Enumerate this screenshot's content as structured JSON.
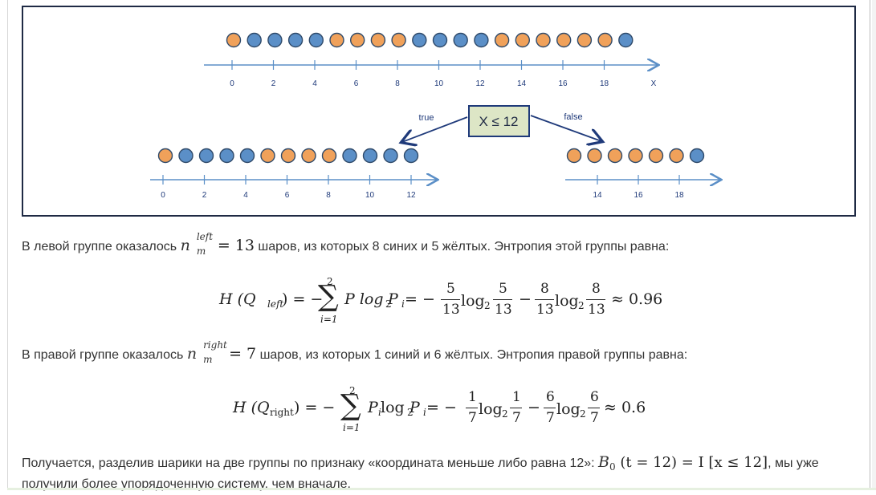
{
  "figure": {
    "top_axis": {
      "ticks": [
        "0",
        "2",
        "4",
        "6",
        "8",
        "10",
        "12",
        "14",
        "16",
        "18"
      ],
      "axis_label": "X"
    },
    "left_axis": {
      "ticks": [
        "0",
        "2",
        "4",
        "6",
        "8",
        "10",
        "12"
      ]
    },
    "right_axis": {
      "ticks": [
        "14",
        "16",
        "18"
      ]
    },
    "decision": {
      "label": "X ≤ 12",
      "true_label": "true",
      "false_label": "false"
    },
    "top_balls": [
      "orange",
      "blue",
      "blue",
      "blue",
      "blue",
      "orange",
      "orange",
      "orange",
      "orange",
      "blue",
      "blue",
      "blue",
      "blue",
      "orange",
      "orange",
      "orange",
      "orange",
      "orange",
      "orange",
      "blue"
    ],
    "left_balls": [
      "orange",
      "blue",
      "blue",
      "blue",
      "blue",
      "orange",
      "orange",
      "orange",
      "orange",
      "blue",
      "blue",
      "blue",
      "blue"
    ],
    "right_balls": [
      "orange",
      "orange",
      "orange",
      "orange",
      "orange",
      "orange",
      "blue"
    ],
    "colors": {
      "orange": "#f0a15a",
      "blue": "#5b8fc7",
      "ball_stroke": "#2f4a6a",
      "axis": "#5b8fc7",
      "node_fill": "#dde6c6",
      "node_stroke": "#1f3a7a",
      "frame": "#1f2a44"
    }
  },
  "p1": {
    "before": "В левой группе оказалось ",
    "n_base": "n",
    "n_sup": "left",
    "n_sub": "m",
    "eq_value": "= 13",
    "after": " шаров, из которых 8 синих и 5 жёлтых. Энтропия этой группы равна:"
  },
  "eq1": {
    "lhs": "H (Q",
    "lhs_sub": "left",
    "lhs_close": ") = −",
    "sum_top": "2",
    "sum_sym": "∑",
    "sum_bot": "i=1",
    "body": "P log",
    "body_sub": "2",
    "body2": " P",
    "body2_sub": "i",
    "eq": " = −",
    "f1_num": "5",
    "f1_den": "13",
    "log1": "log",
    "log1_sub": "2",
    "f2_num": "5",
    "f2_den": "13",
    "minus": "−",
    "f3_num": "8",
    "f3_den": "13",
    "log2": "log",
    "log2_sub": "2",
    "f4_num": "8",
    "f4_den": "13",
    "approx": "≈ 0.96"
  },
  "p2": {
    "before": "В правой группе оказалось ",
    "n_base": "n",
    "n_sup": "right",
    "n_sub": "m",
    "eq_value": "= 7",
    "after": " шаров, из которых 1 синий и 6 жёлтых. Энтропия правой группы равна:"
  },
  "eq2": {
    "lhs": "H (Q",
    "lhs_sub": "right",
    "lhs_close": " ) = −",
    "sum_top": "2",
    "sum_sym": "∑",
    "sum_bot": "i=1",
    "body": "P",
    "body_sub": "i",
    "body2": " log",
    "body2_sub": "2",
    "body3": " P",
    "body3_sub": "i",
    "eq": " = −",
    "f1_num": "1",
    "f1_den": "7",
    "log1": "log",
    "log1_sub": "2",
    "f2_num": "1",
    "f2_den": "7",
    "minus": "−",
    "f3_num": "6",
    "f3_den": "7",
    "log2": "log",
    "log2_sub": "2",
    "f4_num": "6",
    "f4_den": "7",
    "approx": "≈ 0.6"
  },
  "p3": {
    "line1_text": "Получается, разделив шарики на две группы по признаку «координата меньше либо равна 12»: ",
    "b_base": "B",
    "b_sub": "0",
    "b_rest": " (t = 12) = I [x ≤ 12]",
    "line1_end": ", мы уже",
    "line2": "получили более упорядоченную систему, чем вначале."
  }
}
